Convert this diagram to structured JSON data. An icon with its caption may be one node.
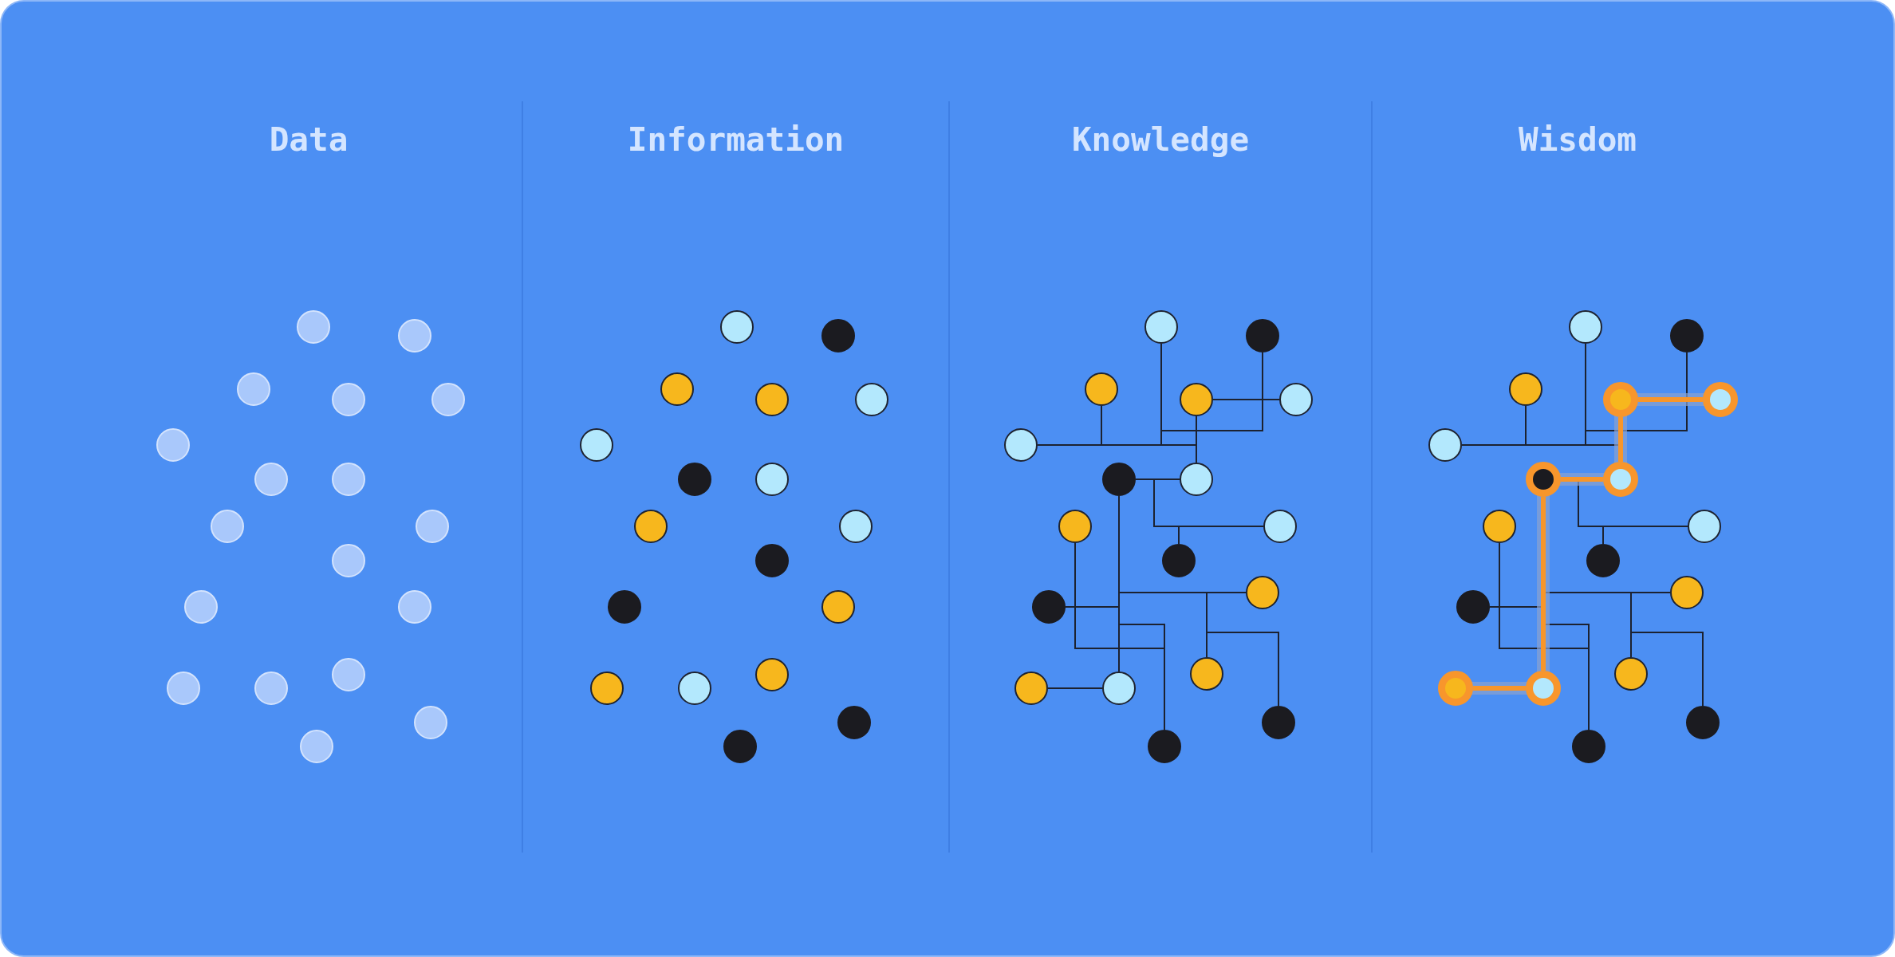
{
  "diagram": {
    "nodes": [
      {
        "text": [
          "Data"
        ]
      },
      {
        "text": [],
        "shape": "circle",
        "in": 0
      },
      {
        "text": [],
        "shape": "circle",
        "in": 0
      },
      {
        "text": [],
        "shape": "circle",
        "in": 0
      },
      {
        "text": [],
        "shape": "circle",
        "in": 0
      },
      {
        "text": [],
        "shape": "circle",
        "in": 0
      },
      {
        "text": [],
        "shape": "circle",
        "in": 0
      },
      {
        "text": [],
        "shape": "circle",
        "in": 0
      },
      {
        "text": [],
        "shape": "circle",
        "in": 0
      },
      {
        "text": [],
        "shape": "circle",
        "in": 0
      },
      {
        "text": [],
        "shape": "circle",
        "in": 0
      },
      {
        "text": [],
        "shape": "circle",
        "in": 0
      },
      {
        "text": [],
        "shape": "circle",
        "in": 0
      },
      {
        "text": [],
        "shape": "circle",
        "in": 0
      },
      {
        "text": [],
        "shape": "circle",
        "in": 0
      },
      {
        "text": [],
        "shape": "circle",
        "in": 0
      },
      {
        "text": [],
        "shape": "circle",
        "in": 0
      },
      {
        "text": [],
        "shape": "circle",
        "in": 0
      },
      {
        "text": [],
        "shape": "circle",
        "in": 0
      },
      {
        "text": [
          "Information"
        ]
      },
      {
        "text": [],
        "shape": "circle",
        "in": 19
      },
      {
        "text": [],
        "shape": "circle",
        "in": 19
      },
      {
        "text": [],
        "shape": "circle",
        "in": 19
      },
      {
        "text": [],
        "shape": "circle",
        "in": 19
      },
      {
        "text": [],
        "shape": "circle",
        "in": 19
      },
      {
        "text": [],
        "shape": "circle",
        "in": 19
      },
      {
        "text": [],
        "shape": "circle",
        "in": 19
      },
      {
        "text": [],
        "shape": "circle",
        "in": 19
      },
      {
        "text": [],
        "shape": "circle",
        "in": 19
      },
      {
        "text": [],
        "shape": "circle",
        "in": 19
      },
      {
        "text": [],
        "shape": "circle",
        "in": 19
      },
      {
        "text": [],
        "shape": "circle",
        "in": 19
      },
      {
        "text": [],
        "shape": "circle",
        "in": 19
      },
      {
        "text": [],
        "shape": "circle",
        "in": 19
      },
      {
        "text": [],
        "shape": "circle",
        "in": 19
      },
      {
        "text": [],
        "shape": "circle",
        "in": 19
      },
      {
        "text": [],
        "shape": "circle",
        "in": 19
      },
      {
        "text": [],
        "shape": "circle",
        "in": 19
      },
      {
        "text": [
          "Knowledge"
        ]
      },
      {
        "text": [],
        "shape": "circle",
        "in": 38
      },
      {
        "text": [],
        "shape": "circle",
        "in": 38
      },
      {
        "text": [],
        "shape": "circle",
        "in": 38
      },
      {
        "text": [],
        "shape": "circle",
        "in": 38
      },
      {
        "text": [],
        "shape": "circle",
        "in": 38
      },
      {
        "text": [],
        "shape": "circle",
        "in": 38
      },
      {
        "text": [],
        "shape": "circle",
        "in": 38
      },
      {
        "text": [],
        "shape": "circle",
        "in": 38
      },
      {
        "text": [],
        "shape": "circle",
        "in": 38
      },
      {
        "text": [],
        "shape": "circle",
        "in": 38
      },
      {
        "text": [],
        "shape": "circle",
        "in": 38
      },
      {
        "text": [],
        "shape": "circle",
        "in": 38
      },
      {
        "text": [],
        "shape": "circle",
        "in": 38
      },
      {
        "text": [],
        "shape": "circle",
        "in": 38
      },
      {
        "text": [],
        "shape": "circle",
        "in": 38
      },
      {
        "text": [],
        "shape": "circle",
        "in": 38
      },
      {
        "text": [],
        "shape": "circle",
        "in": 38
      },
      {
        "text": [],
        "shape": "circle",
        "in": 38
      },
      {
        "text": [
          "Wisdom"
        ]
      },
      {
        "text": [],
        "shape": "circle",
        "in": 57
      },
      {
        "text": [],
        "shape": "circle",
        "in": 57
      },
      {
        "text": [],
        "shape": "circle",
        "in": 57
      },
      {
        "text": [],
        "shape": "circle",
        "in": 57
      },
      {
        "text": [],
        "shape": "circle",
        "in": 57
      },
      {
        "text": [],
        "shape": "circle",
        "in": 57
      },
      {
        "text": [],
        "shape": "circle",
        "in": 57
      },
      {
        "text": [],
        "shape": "circle",
        "in": 57
      },
      {
        "text": [],
        "shape": "circle",
        "in": 57
      },
      {
        "text": [],
        "shape": "circle",
        "in": 57
      },
      {
        "text": [],
        "shape": "circle",
        "in": 57
      },
      {
        "text": [],
        "shape": "circle",
        "in": 57
      },
      {
        "text": [],
        "shape": "circle",
        "in": 57
      },
      {
        "text": [],
        "shape": "circle",
        "in": 57
      },
      {
        "text": [],
        "shape": "circle",
        "in": 57
      },
      {
        "text": [],
        "shape": "circle",
        "in": 57
      },
      {
        "text": [],
        "shape": "circle",
        "in": 57
      },
      {
        "text": [],
        "shape": "circle",
        "in": 57
      }
    ],
    "edges": [
      {
        "from": 39,
        "to": 44,
        "arrow": "none"
      },
      {
        "from": 40,
        "to": 39,
        "arrow": "none"
      },
      {
        "from": 41,
        "to": 44,
        "arrow": "none"
      },
      {
        "from": 42,
        "to": 43,
        "arrow": "none"
      },
      {
        "from": 42,
        "to": 46,
        "arrow": "none"
      },
      {
        "from": 44,
        "to": 46,
        "arrow": "none"
      },
      {
        "from": 45,
        "to": 46,
        "arrow": "none"
      },
      {
        "from": 45,
        "to": 48,
        "arrow": "none"
      },
      {
        "from": 49,
        "to": 48,
        "arrow": "none"
      },
      {
        "from": 45,
        "to": 54,
        "arrow": "none"
      },
      {
        "from": 45,
        "to": 51,
        "arrow": "none"
      },
      {
        "from": 50,
        "to": 45,
        "arrow": "none"
      },
      {
        "from": 45,
        "to": 56,
        "arrow": "none"
      },
      {
        "from": 47,
        "to": 56,
        "arrow": "none"
      },
      {
        "from": 51,
        "to": 52,
        "arrow": "none"
      },
      {
        "from": 52,
        "to": 55,
        "arrow": "none"
      },
      {
        "from": 53,
        "to": 54,
        "arrow": "none"
      },
      {
        "from": 58,
        "to": 63,
        "arrow": "none"
      },
      {
        "from": 59,
        "to": 58,
        "arrow": "none"
      },
      {
        "from": 60,
        "to": 63,
        "arrow": "none"
      },
      {
        "from": 61,
        "to": 62,
        "arrow": "none",
        "style": "thick",
        "color": "#f8962c"
      },
      {
        "from": 61,
        "to": 65,
        "arrow": "none",
        "style": "thick",
        "color": "#f8962c"
      },
      {
        "from": 63,
        "to": 65,
        "arrow": "none"
      },
      {
        "from": 64,
        "to": 65,
        "arrow": "none",
        "style": "thick",
        "color": "#f8962c"
      },
      {
        "from": 64,
        "to": 67,
        "arrow": "none"
      },
      {
        "from": 68,
        "to": 67,
        "arrow": "none"
      },
      {
        "from": 64,
        "to": 73,
        "arrow": "none",
        "style": "thick",
        "color": "#f8962c"
      },
      {
        "from": null,
        "to": 70,
        "arrow": "none"
      },
      {
        "from": 69,
        "to": null,
        "arrow": "none"
      },
      {
        "from": null,
        "to": 75,
        "arrow": "none"
      },
      {
        "from": 66,
        "to": 75,
        "arrow": "none"
      },
      {
        "from": 70,
        "to": 71,
        "arrow": "none"
      },
      {
        "from": 71,
        "to": 74,
        "arrow": "none"
      },
      {
        "from": 72,
        "to": 73,
        "arrow": "none",
        "style": "thick",
        "color": "#f8962c"
      }
    ]
  }
}
